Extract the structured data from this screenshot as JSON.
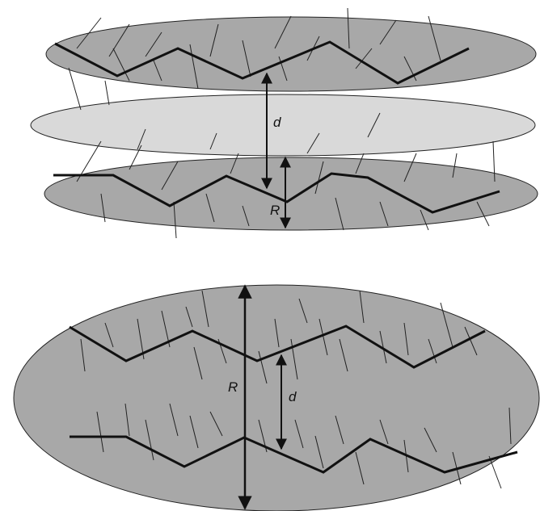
{
  "top_diagram": {
    "label_d": "d",
    "label_R": "R"
  },
  "bottom_diagram": {
    "label_R": "R",
    "label_d": "d"
  },
  "colors": {
    "dark_disk": "#a8a8a8",
    "light_disk": "#d9d9d9",
    "outline": "#222222",
    "chain": "#111111"
  }
}
